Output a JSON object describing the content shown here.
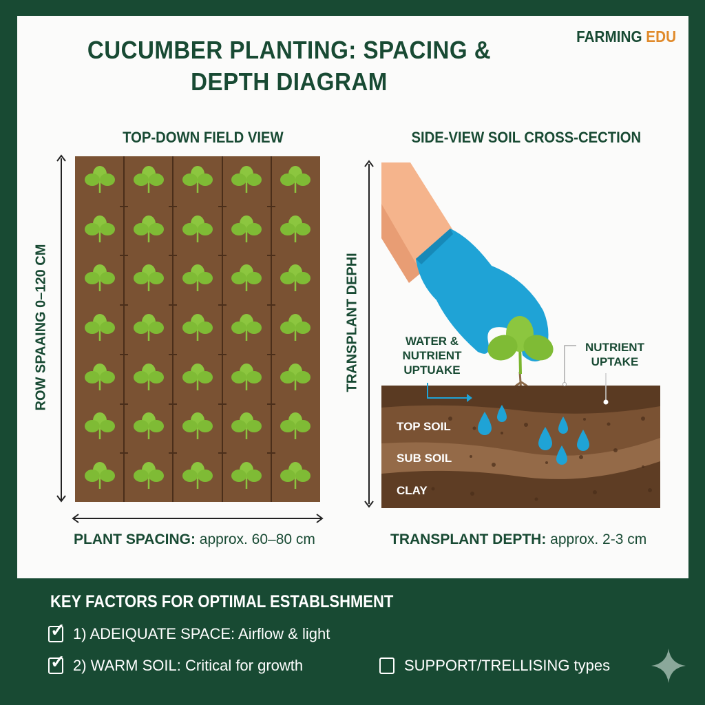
{
  "header": {
    "title": "CUCUMBER PLANTING: SPACING & DEPTH DIAGRAM",
    "brand_main": "FARMING",
    "brand_accent": "EDU"
  },
  "colors": {
    "background": "#184a33",
    "panel": "#fbfbfa",
    "brand_accent": "#e08a2a",
    "soil_field": "#7a5233",
    "glove": "#1fa3d6",
    "leaf": "#8cc63f"
  },
  "top_view": {
    "title": "TOP-DOWN FIELD VIEW",
    "row_label": "ROW SPAAING 0–120 CM",
    "caption_bold": "PLANT SPACING:",
    "caption_rest": " approx. 60–80 cm",
    "grid": {
      "columns": 5,
      "rows": 7
    }
  },
  "side_view": {
    "title": "SIDE-VIEW SOIL CROSS-CECTION",
    "depth_label": "TRANSPLANT DEPHI",
    "callout_left": "WATER & NUTRIENT UPTUAKE",
    "callout_right": "NUTRIENT UPTAKE",
    "layers": [
      "TOP SOIL",
      "SUB SOIL",
      "CLAY"
    ],
    "caption_bold": "TRANSPLANT DEPTH:",
    "caption_rest": " approx. 2-3 cm"
  },
  "key_factors": {
    "title": "KEY FACTORS FOR OPTIMAL ESTABLSHMENT",
    "items": [
      {
        "label": "1) ADEIQUATE SPACE: Airflow & light",
        "checked": true
      },
      {
        "label": "2) WARM SOIL: Critical for growth",
        "checked": true
      },
      {
        "label": "SUPPORT/TRELLISING types",
        "checked": false
      }
    ],
    "check_glyph": "✓"
  }
}
